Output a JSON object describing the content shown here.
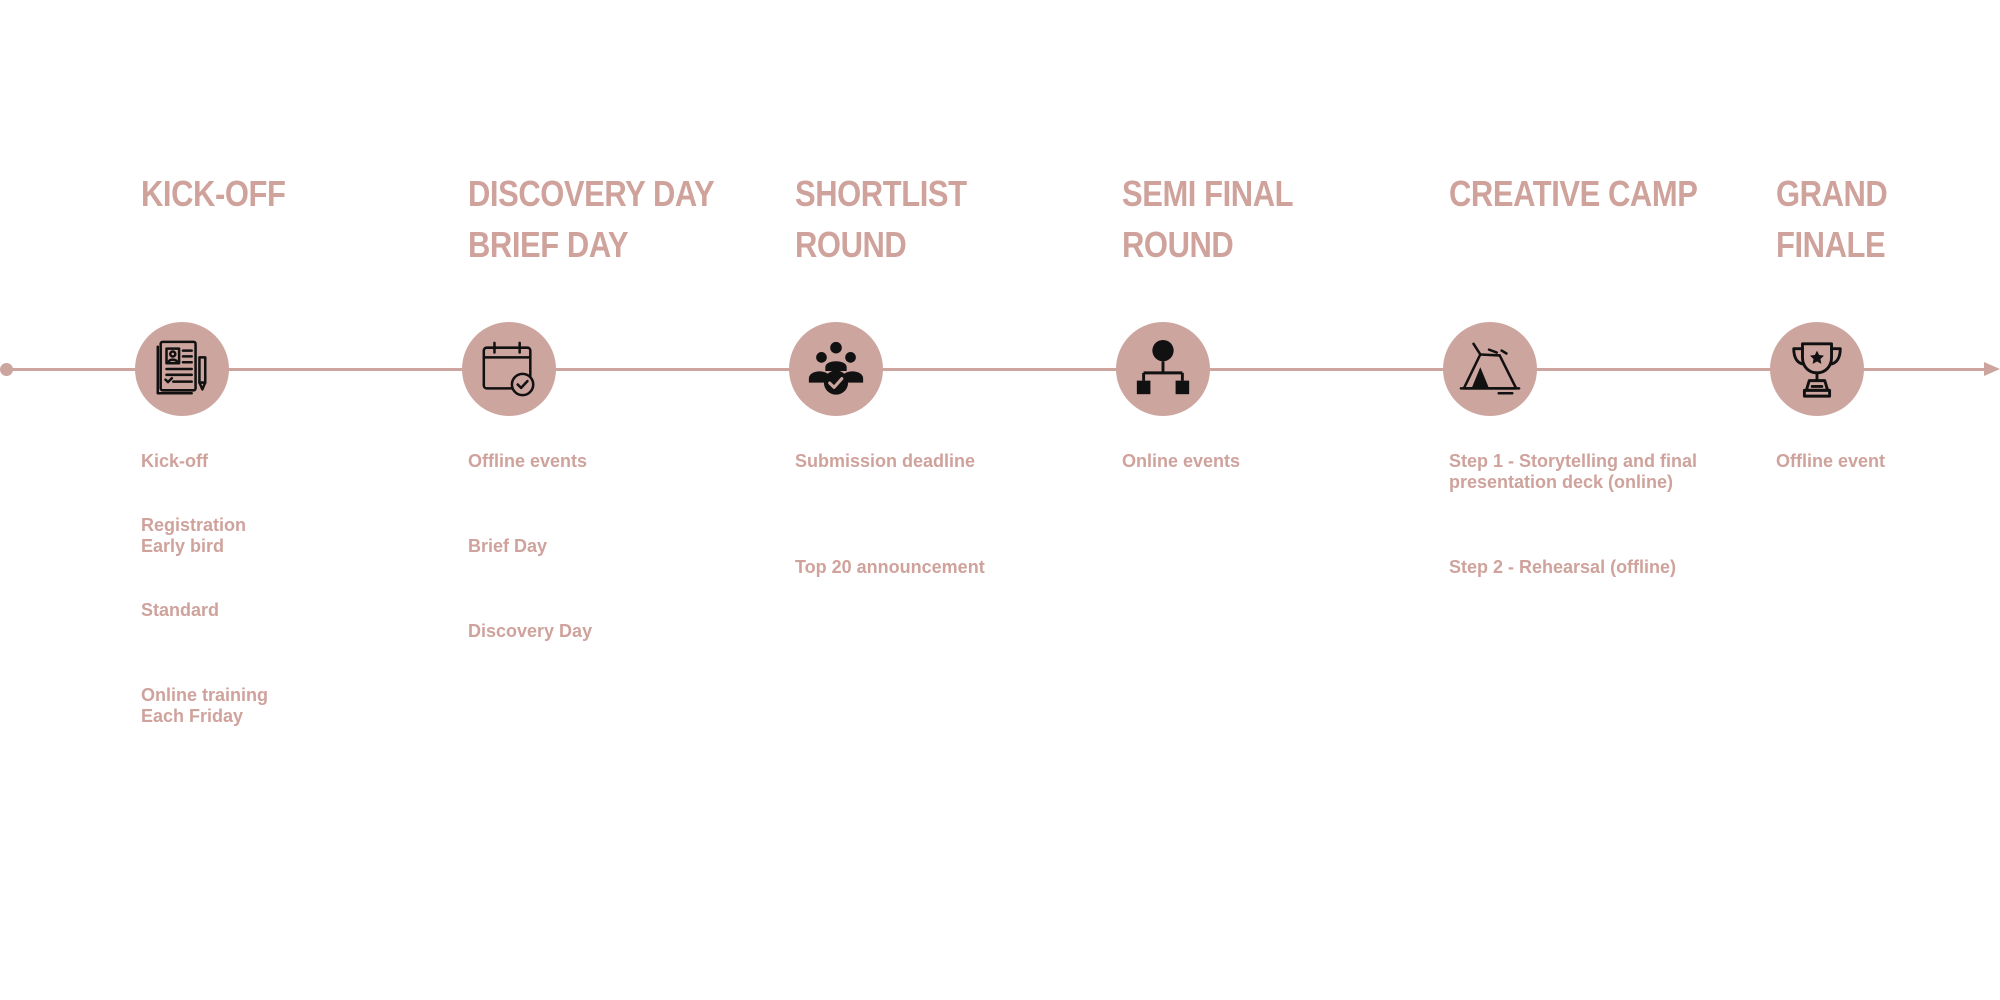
{
  "colors": {
    "accent": "#cda59f",
    "text": "#cfa29c",
    "icon": "#111111",
    "background": "#ffffff"
  },
  "stages": [
    {
      "title": "KICK-OFF",
      "icon": "newspaper-icon",
      "items": [
        "Kick-off",
        "Registration\nEarly bird",
        "Standard",
        "Online training\nEach Friday"
      ]
    },
    {
      "title": "DISCOVERY DAY\nBRIEF DAY",
      "icon": "calendar-check-icon",
      "items": [
        "Offline events",
        "Brief Day",
        "Discovery Day"
      ]
    },
    {
      "title": "SHORTLIST\nROUND",
      "icon": "team-check-icon",
      "items": [
        "Submission deadline",
        "Top 20 announcement"
      ]
    },
    {
      "title": "SEMI FINAL\nROUND",
      "icon": "hierarchy-icon",
      "items": [
        "Online events"
      ]
    },
    {
      "title": "CREATIVE CAMP",
      "icon": "tent-icon",
      "items": [
        "Step 1 - Storytelling and final\npresentation deck (online)",
        "Step 2 - Rehearsal (offline)"
      ]
    },
    {
      "title": "GRAND\nFINALE",
      "icon": "trophy-icon",
      "items": [
        "Offline event"
      ]
    }
  ]
}
